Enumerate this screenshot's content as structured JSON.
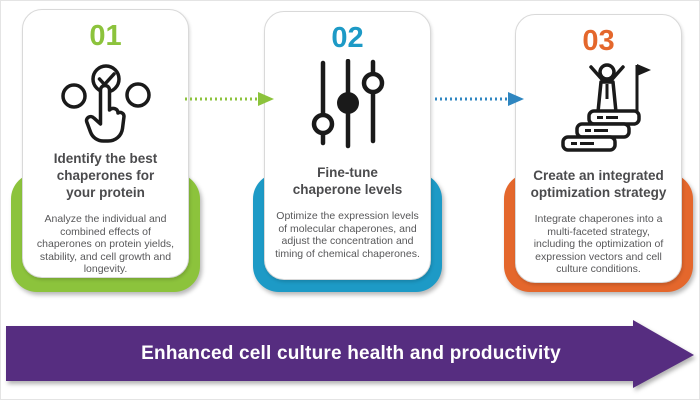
{
  "steps": [
    {
      "number": "01",
      "accent_color": "#8cc33c",
      "icon": "click-select-icon",
      "title_lines": [
        "Identify the best",
        "chaperones for",
        "your protein"
      ],
      "body": "Analyze the individual and combined effects of chaperones on protein yields, stability, and cell growth and longevity."
    },
    {
      "number": "02",
      "accent_color": "#1d9ac6",
      "icon": "sliders-icon",
      "title_lines": [
        "Fine-tune",
        "chaperone levels"
      ],
      "body": "Optimize the expression levels of molecular chaperones, and adjust the concentration and timing of chemical chaperones."
    },
    {
      "number": "03",
      "accent_color": "#e4672c",
      "icon": "achievement-books-icon",
      "title_lines": [
        "Create an integrated",
        "optimization strategy"
      ],
      "body": "Integrate chaperones into a multi-faceted strategy, including the optimization of expression vectors and cell culture conditions."
    }
  ],
  "connectors": [
    {
      "color": "#8cc33c",
      "style": "dotted-arrow"
    },
    {
      "color": "#2f86c0",
      "style": "dotted-arrow"
    }
  ],
  "banner": {
    "text": "Enhanced cell culture health and productivity",
    "background_color": "#562d80",
    "text_color": "#ffffff"
  }
}
